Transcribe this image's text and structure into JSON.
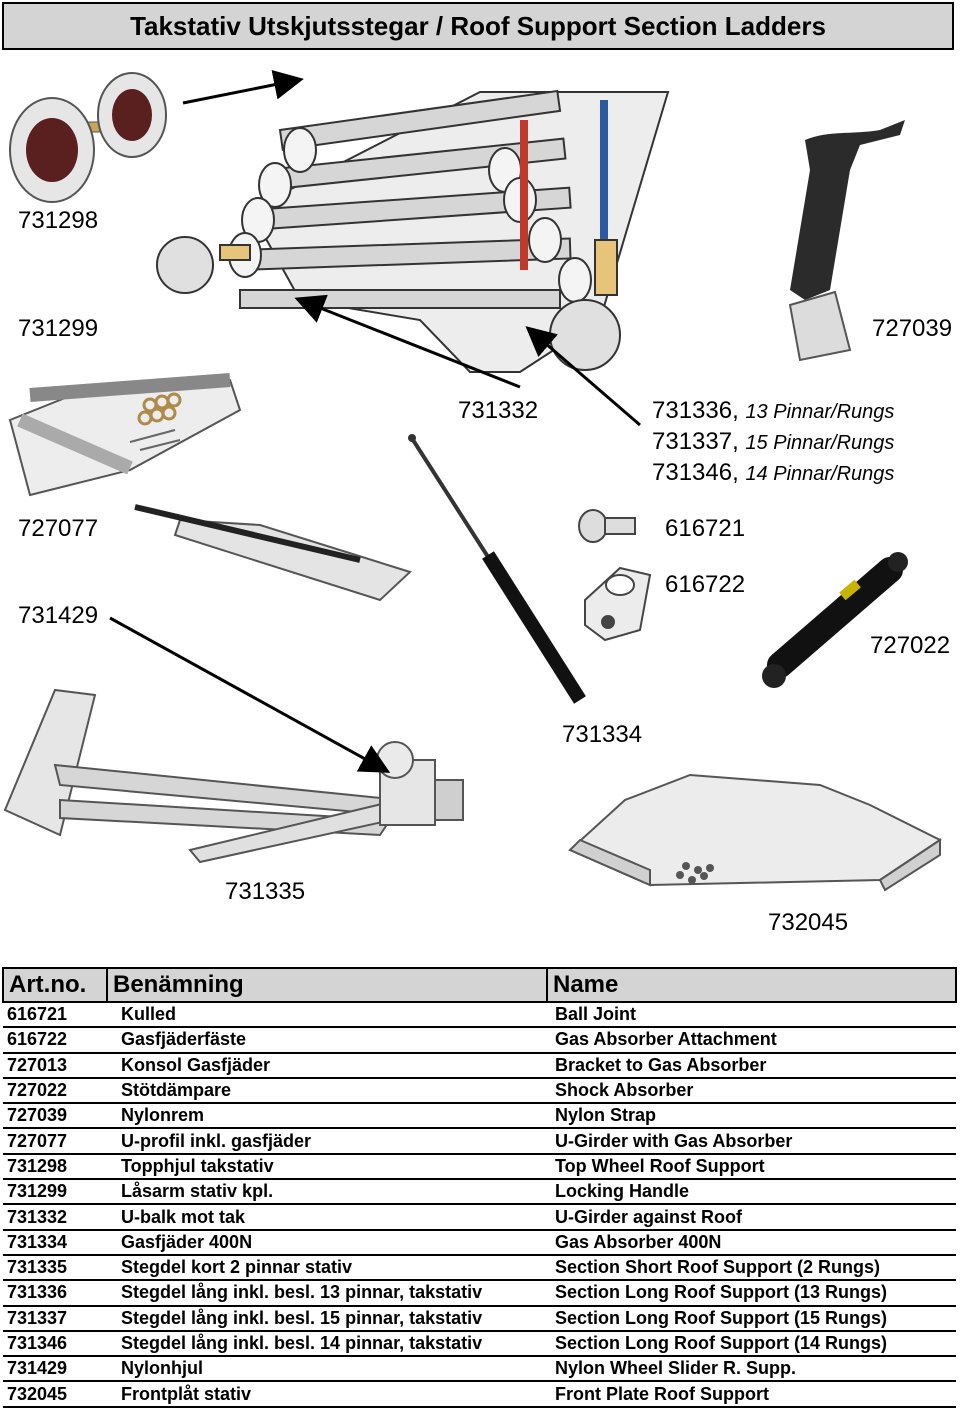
{
  "title": "Takstativ Utskjutsstegar / Roof Support Section Ladders",
  "labels": {
    "l731298": "731298",
    "l731299": "731299",
    "l727039": "727039",
    "l731332": "731332",
    "l731336": "731336,",
    "l731336_suffix": "13 Pinnar/Rungs",
    "l731337": "731337,",
    "l731337_suffix": "15 Pinnar/Rungs",
    "l731346": "731346,",
    "l731346_suffix": "14 Pinnar/Rungs",
    "l727077": "727077",
    "l616721": "616721",
    "l616722": "616722",
    "l731429": "731429",
    "l727022": "727022",
    "l731334": "731334",
    "l731335": "731335",
    "l732045": "732045"
  },
  "table": {
    "headers": [
      "Art.no.",
      "Benämning",
      "Name"
    ],
    "rows": [
      [
        "616721",
        "Kulled",
        "Ball Joint"
      ],
      [
        "616722",
        "Gasfjäderfäste",
        "Gas Absorber Attachment"
      ],
      [
        "727013",
        "Konsol Gasfjäder",
        "Bracket to Gas Absorber"
      ],
      [
        "727022",
        "Stötdämpare",
        "Shock Absorber"
      ],
      [
        "727039",
        "Nylonrem",
        "Nylon Strap"
      ],
      [
        "727077",
        "U-profil inkl. gasfjäder",
        "U-Girder with Gas Absorber"
      ],
      [
        "731298",
        "Topphjul takstativ",
        "Top Wheel Roof Support"
      ],
      [
        "731299",
        "Låsarm stativ kpl.",
        "Locking Handle"
      ],
      [
        "731332",
        "U-balk mot tak",
        "U-Girder against Roof"
      ],
      [
        "731334",
        "Gasfjäder 400N",
        "Gas Absorber 400N"
      ],
      [
        "731335",
        "Stegdel kort 2 pinnar stativ",
        "Section Short Roof Support (2 Rungs)"
      ],
      [
        "731336",
        "Stegdel lång inkl. besl. 13 pinnar, takstativ",
        "Section Long Roof Support (13 Rungs)"
      ],
      [
        "731337",
        "Stegdel lång inkl. besl. 15 pinnar, takstativ",
        "Section Long Roof Support (15 Rungs)"
      ],
      [
        "731346",
        "Stegdel lång inkl. besl. 14 pinnar, takstativ",
        "Section Long Roof Support (14 Rungs)"
      ],
      [
        "731429",
        "Nylonhjul",
        "Nylon Wheel Slider R. Supp."
      ],
      [
        "732045",
        "Frontplåt stativ",
        "Front Plate Roof Support"
      ]
    ]
  }
}
